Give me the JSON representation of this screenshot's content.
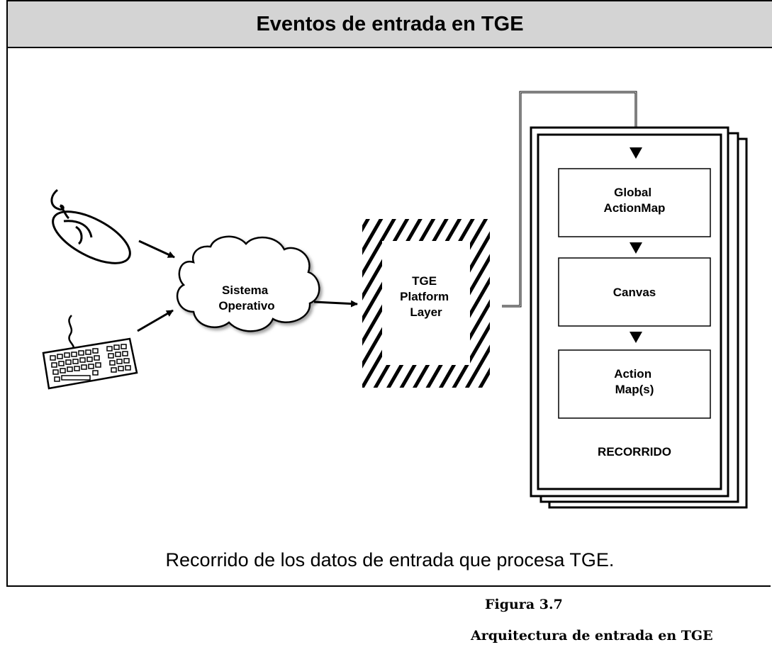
{
  "header": {
    "title": "Eventos de entrada en TGE"
  },
  "nodes": {
    "os": "Sistema Operativo",
    "platform": "TGE Platform Layer",
    "global_actionmap": "Global ActionMap",
    "canvas": "Canvas",
    "action_maps": "Action Map(s)",
    "recorrido": "RECORRIDO"
  },
  "node_lines": {
    "os": [
      "Sistema",
      "Operativo"
    ],
    "platform": [
      "TGE",
      "Platform",
      "Layer"
    ],
    "global_actionmap": [
      "Global",
      "ActionMap"
    ],
    "action_maps": [
      "Action",
      "Map(s)"
    ]
  },
  "icons": [
    "mouse-icon",
    "keyboard-icon"
  ],
  "caption": "Recorrido de los datos de entrada que procesa TGE.",
  "figure": {
    "number": "Figura 3.7",
    "title": "Arquitectura de entrada en TGE"
  }
}
